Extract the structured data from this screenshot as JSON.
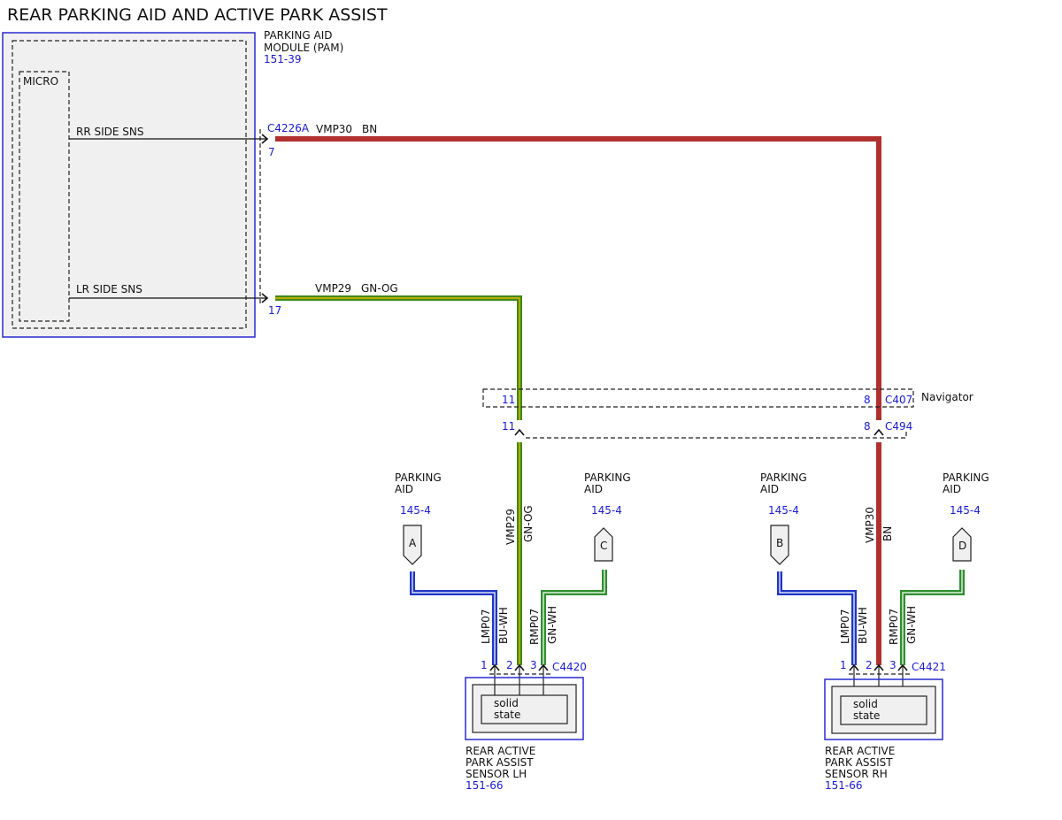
{
  "title": "REAR PARKING AID AND ACTIVE PARK ASSIST",
  "colors": {
    "BN": "#b03030",
    "GN-OG": "#3d8a1a",
    "GN-OG-stripe": "#e7b400",
    "BU-WH": "#1f36c8",
    "GN-WH": "#2f8f2f",
    "stripe-white": "#ffffff",
    "ref-blue": "#1a1ad6"
  },
  "pam": {
    "name_line1": "PARKING AID",
    "name_line2": "MODULE (PAM)",
    "ref": "151-39",
    "micro": "MICRO",
    "rr_side": "RR SIDE SNS",
    "lr_side": "LR SIDE SNS",
    "connector": "C4226A",
    "pin_rr": "7",
    "pin_lr": "17"
  },
  "wires": {
    "vmp30": "VMP30",
    "bn": "BN",
    "vmp29": "VMP29",
    "gnog": "GN-OG",
    "lmp07": "LMP07",
    "buwh": "BU-WH",
    "rmp07": "RMP07",
    "gnwh": "GN-WH"
  },
  "inline": {
    "c407": "C407",
    "c494": "C494",
    "navigator": "Navigator",
    "pin11": "11",
    "pin8": "8"
  },
  "refs": [
    {
      "line1": "PARKING",
      "line2": "AID",
      "ref": "145-4",
      "letter": "A"
    },
    {
      "line1": "PARKING",
      "line2": "AID",
      "ref": "145-4",
      "letter": "C"
    },
    {
      "line1": "PARKING",
      "line2": "AID",
      "ref": "145-4",
      "letter": "B"
    },
    {
      "line1": "PARKING",
      "line2": "AID",
      "ref": "145-4",
      "letter": "D"
    }
  ],
  "sensors": [
    {
      "connector": "C4420",
      "pins": [
        "1",
        "2",
        "3"
      ],
      "inner1": "solid",
      "inner2": "state",
      "line1": "REAR ACTIVE",
      "line2": "PARK ASSIST",
      "line3": "SENSOR LH",
      "ref": "151-66"
    },
    {
      "connector": "C4421",
      "pins": [
        "1",
        "2",
        "3"
      ],
      "inner1": "solid",
      "inner2": "state",
      "line1": "REAR ACTIVE",
      "line2": "PARK ASSIST",
      "line3": "SENSOR RH",
      "ref": "151-66"
    }
  ]
}
